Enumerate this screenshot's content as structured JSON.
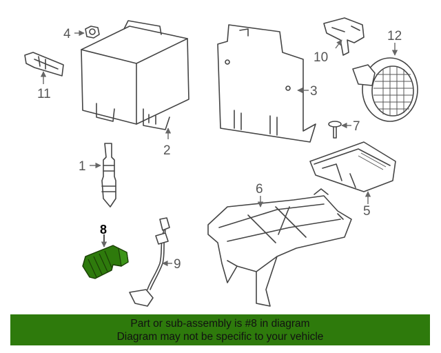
{
  "callouts": {
    "c1": "1",
    "c2": "2",
    "c3": "3",
    "c4": "4",
    "c5": "5",
    "c6": "6",
    "c7": "7",
    "c8": "8",
    "c9": "9",
    "c10": "10",
    "c11": "11",
    "c12": "12"
  },
  "highlight": {
    "part": "8",
    "color": "#2e7a0c"
  },
  "footer": {
    "line1": "Part or sub-assembly is #8 in diagram",
    "line2": "Diagram may not be specific to your vehicle"
  }
}
